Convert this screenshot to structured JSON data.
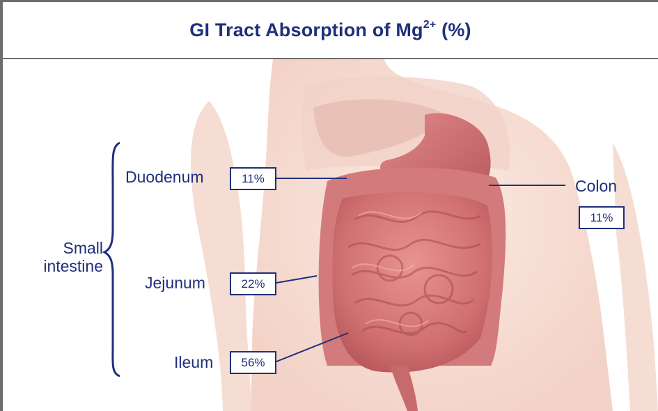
{
  "title": {
    "text": "GI Tract Absorption of Mg",
    "superscript": "2+",
    "suffix": " (%)"
  },
  "group": {
    "label_line1": "Small",
    "label_line2": "intestine"
  },
  "segments": {
    "duodenum": {
      "name": "Duodenum",
      "value": "11%"
    },
    "jejunum": {
      "name": "Jejunum",
      "value": "22%"
    },
    "ileum": {
      "name": "Ileum",
      "value": "56%"
    },
    "colon": {
      "name": "Colon",
      "value": "11%"
    }
  },
  "colors": {
    "text": "#1f2f7a",
    "border": "#6d6d6d",
    "skin": "#f8e4dc",
    "intestine": "#d9797a"
  }
}
